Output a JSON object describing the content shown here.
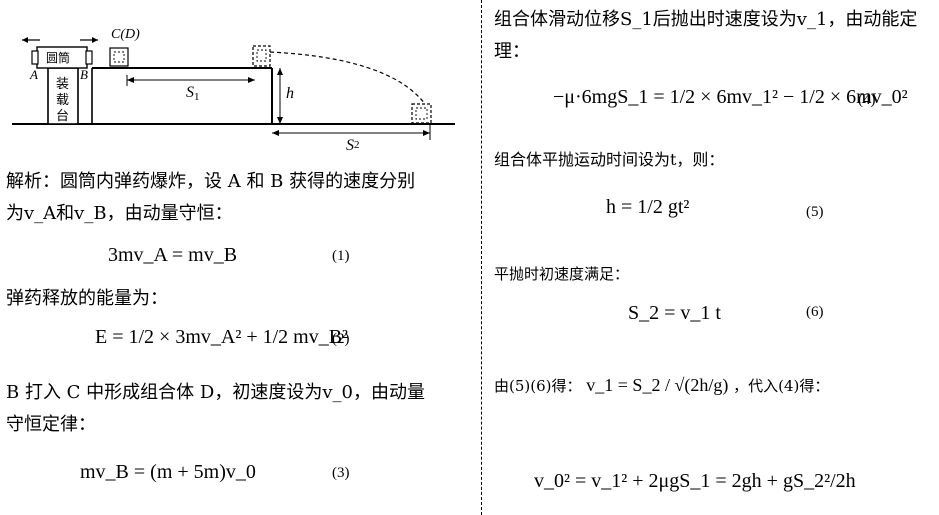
{
  "diagram": {
    "label_cd": "C(D)",
    "label_tube": "圆筒",
    "label_a": "A",
    "label_b": "B",
    "label_platform": [
      "装",
      "载",
      "台"
    ],
    "label_s1": "S",
    "label_s1_sub": "1",
    "label_h": "h",
    "label_s2": "S",
    "label_s2_sub": "2"
  },
  "left": {
    "para1_line1": "解析：圆筒内弹药爆炸，设 A 和 B 获得的速度分别",
    "para1_line2": "为v_A和v_B，由动量守恒：",
    "eq1": "3mv_A = mv_B",
    "eq1_num": "(1)",
    "para2": "弹药释放的能量为：",
    "eq2": "E = 1/2 × 3mv_A² + 1/2 mv_B²",
    "eq2_num": "(2)",
    "para3_line1": "B 打入 C 中形成组合体 D，初速度设为v_0，由动量",
    "para3_line2": "守恒定律：",
    "eq3": "mv_B = (m + 5m)v_0",
    "eq3_num": "(3)"
  },
  "right": {
    "para4_line1": "组合体滑动位移S_1后抛出时速度设为v_1，由动能定",
    "para4_line2": "理：",
    "eq4": "−μ·6mgS_1 = 1/2 × 6mv_1² − 1/2 × 6mv_0²",
    "eq4_num": "(4)",
    "para5": "组合体平抛运动时间设为t，则：",
    "eq5": "h = 1/2 gt²",
    "eq5_num": "(5)",
    "para6": "平抛时初速度满足：",
    "eq6": "S_2 = v_1 t",
    "eq6_num": "(6)",
    "para7_prefix": "由(5)(6)得：",
    "para7_eq": "v_1 = S_2 / √(2h/g)",
    "para7_suffix": "，代入(4)得：",
    "eq_final": "v_0² = v_1² + 2μgS_1 = 2gh + gS_2²/2h"
  }
}
